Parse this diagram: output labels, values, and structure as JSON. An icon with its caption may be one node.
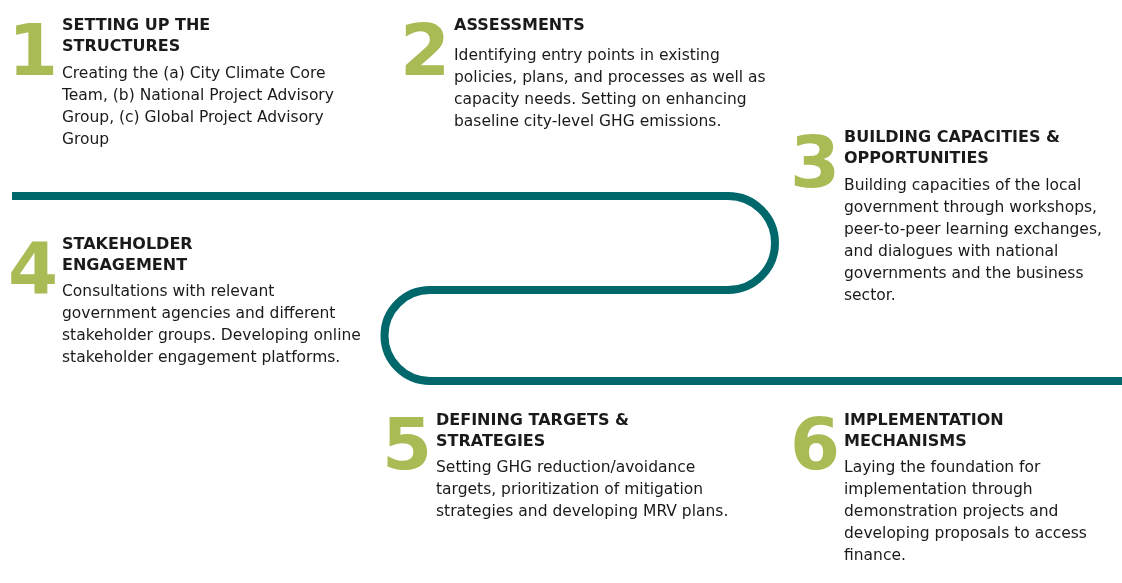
{
  "diagram": {
    "labels": [
      "1",
      "SETTING UP THE STRUCTURES",
      "Creating the (a) City Climate Core Team, (b) National Project Advisory Group, (c) Global Project Advisory Group",
      "2",
      "ASSESSMENTS",
      "Identifying entry points in existing policies, plans, and processes as well as capacity needs. Setting on enhancing baseline city-level GHG emissions.",
      "3",
      "BUILDING CAPACITIES & OPPORTUNITIES",
      "Building capacities of the local government through workshops, peer-to-peer learning exchanges, and dialogues with national governments and the business sector.",
      "4",
      "STAKEHOLDER ENGAGEMENT",
      "Consultations with relevant government agencies and different stakeholder groups. Developing online stakeholder engagement platforms.",
      "5",
      "DEFINING TARGETS & STRATEGIES",
      "Setting GHG reduction/avoidance targets, prioritization of mitigation strategies and developing MRV plans.",
      "6",
      "IMPLEMENTATION MECHANISMS",
      "Laying the foundation for implementation through demonstration projects and developing proposals to access finance."
    ]
  }
}
